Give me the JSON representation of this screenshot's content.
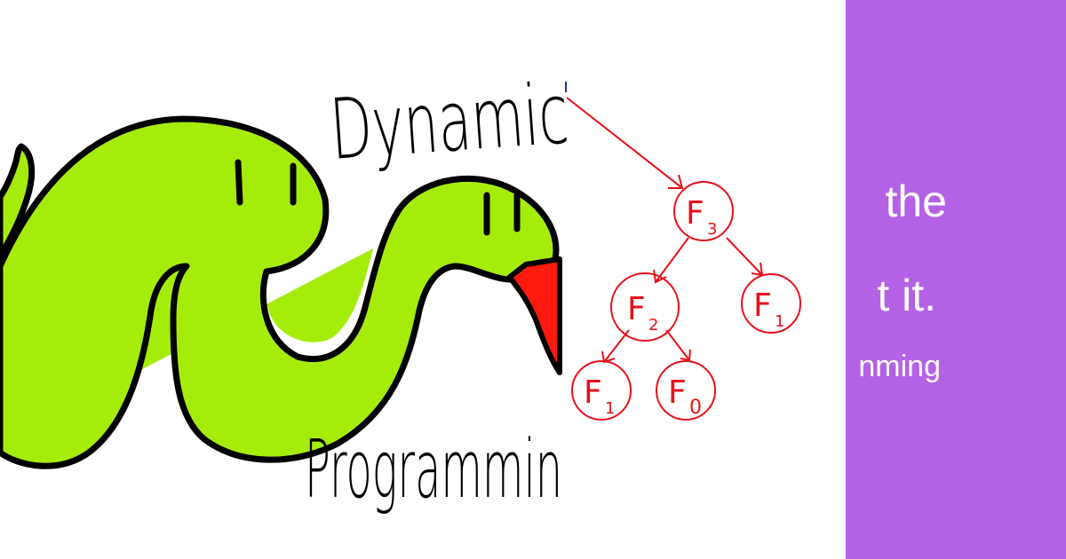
{
  "left_drawing": {
    "title_word_1": "Dynamic",
    "title_word_2": "Programmin"
  },
  "tree": {
    "nodes": [
      {
        "id": "F3",
        "letter": "F",
        "sub": "3"
      },
      {
        "id": "F2",
        "letter": "F",
        "sub": "2"
      },
      {
        "id": "F1_right",
        "letter": "F",
        "sub": "1"
      },
      {
        "id": "F1_left",
        "letter": "F",
        "sub": "1"
      },
      {
        "id": "F0",
        "letter": "F",
        "sub": "0"
      }
    ]
  },
  "purple_panel": {
    "line1": "the",
    "line2": "t it.",
    "line3": "nming"
  },
  "colors": {
    "snake_green": "#a6ec0b",
    "tongue_red": "#ff1a10",
    "tree_red": "#e8101a",
    "panel_purple": "#b362e6"
  }
}
